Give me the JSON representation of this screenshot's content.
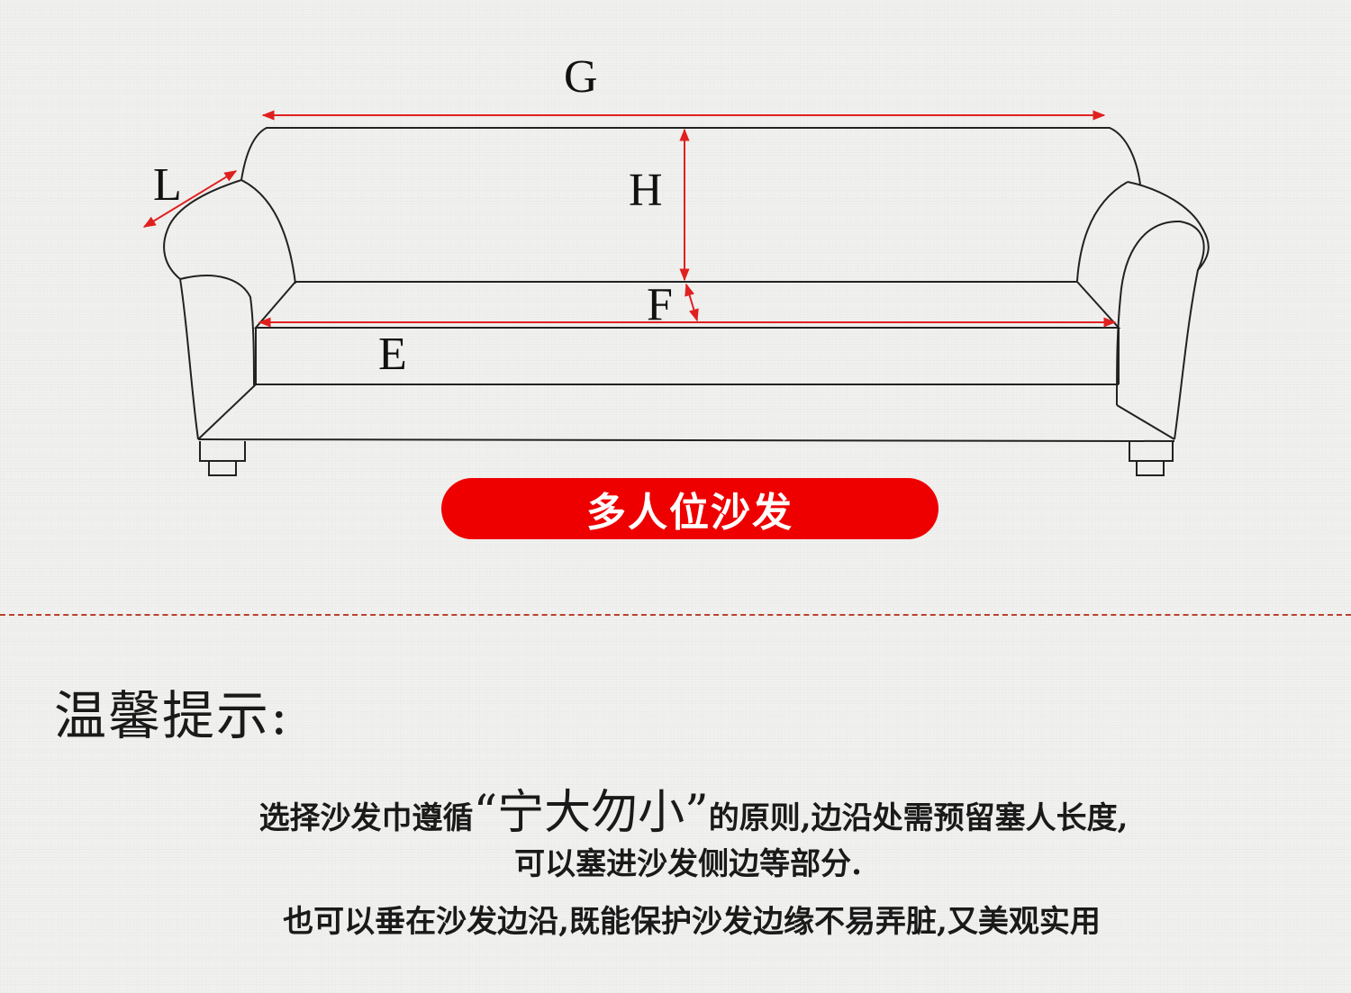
{
  "diagram": {
    "labels": {
      "G": "G",
      "H": "H",
      "L": "L",
      "F": "F",
      "E": "E"
    },
    "arrow_color": "#e02020",
    "outline_color": "#222222"
  },
  "title": "多人位沙发",
  "tips": {
    "heading": "温馨提示:",
    "line1_pre": "选择沙发巾遵循",
    "line1_quote": "“宁大勿小”",
    "line1_post": "的原则,边沿处需预留塞人长度,",
    "line2": "可以塞进沙发侧边等部分.",
    "line3": "也可以垂在沙发边沿,既能保护沙发边缘不易弄脏,又美观实用"
  }
}
